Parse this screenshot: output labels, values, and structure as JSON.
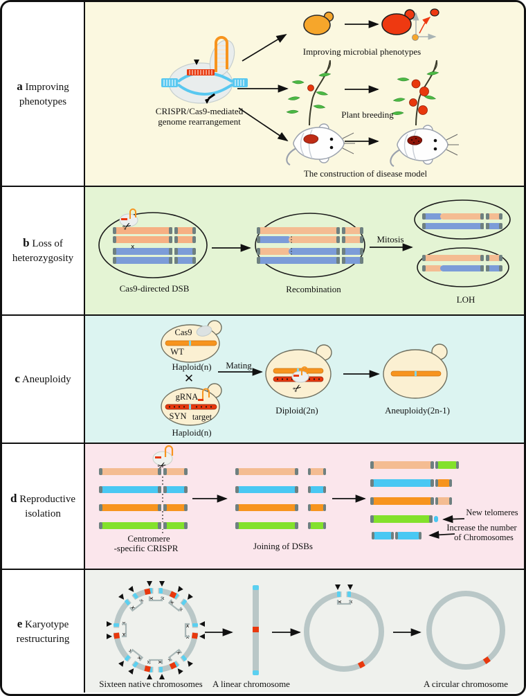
{
  "figure": {
    "rows": [
      {
        "letter": "a",
        "title": "Improving phenotypes"
      },
      {
        "letter": "b",
        "title": "Loss of heterozygosity"
      },
      {
        "letter": "c",
        "title": "Aneuploidy"
      },
      {
        "letter": "d",
        "title": "Reproductive isolation"
      },
      {
        "letter": "e",
        "title": "Karyotype restructuring"
      }
    ]
  },
  "panel_a": {
    "crispr_label_line1": "CRISPR/Cas9-mediated",
    "crispr_label_line2": "genome rearrangement",
    "microbial_label": "Improving microbial phenotypes",
    "plant_label": "Plant breeding",
    "disease_label": "The construction of disease model"
  },
  "panel_b": {
    "dsb_label": "Cas9-directed DSB",
    "recombination_label": "Recombination",
    "mitosis_label": "Mitosis",
    "loh_label": "LOH"
  },
  "panel_c": {
    "cas9": "Cas9",
    "wt": "WT",
    "haploid_top": "Haploid(n)",
    "grna": "gRNA",
    "syn": "SYN",
    "target": "target",
    "haploid_bottom": "Haploid(n)",
    "cross": "✕",
    "mating": "Mating",
    "diploid": "Diploid(2n)",
    "aneuploidy": "Aneuploidy(2n-1)"
  },
  "panel_d": {
    "centromere_line1": "Centromere",
    "centromere_line2": "-specific CRISPR",
    "joining_label": "Joining of DSBs",
    "new_telomeres_label": "New telomeres",
    "increase_line1": "Increase the number",
    "increase_line2": "of Chromosomes"
  },
  "panel_e": {
    "sixteen_label": "Sixteen native chromosomes",
    "linear_label": "A linear chromosome",
    "circular_label": "A circular chromosome",
    "x_mark": "x"
  },
  "icons": {
    "scissors_glyph": "✂"
  },
  "colors": {
    "row_a_bg": "#FBF8E0",
    "row_b_bg": "#E4F4D4",
    "row_c_bg": "#DCF4F1",
    "row_d_bg": "#FBE6EC",
    "row_e_bg": "#EFF1ED",
    "chromosome_peach": "#F4BC92",
    "chromosome_blue": "#7C9CD8",
    "chromosome_cyan": "#49C8F3",
    "chromosome_orange": "#F7941E",
    "chromosome_green": "#83E12B",
    "chromosome_red": "#E8380D",
    "telomere_cap": "#6E8080",
    "ring_gray": "#B9C7C7",
    "telomere_cyan": "#5BD0F0",
    "cell_fill": "#FBF0D2",
    "dna_cyan": "#59C8F0",
    "grna_orange": "#F7941E"
  }
}
